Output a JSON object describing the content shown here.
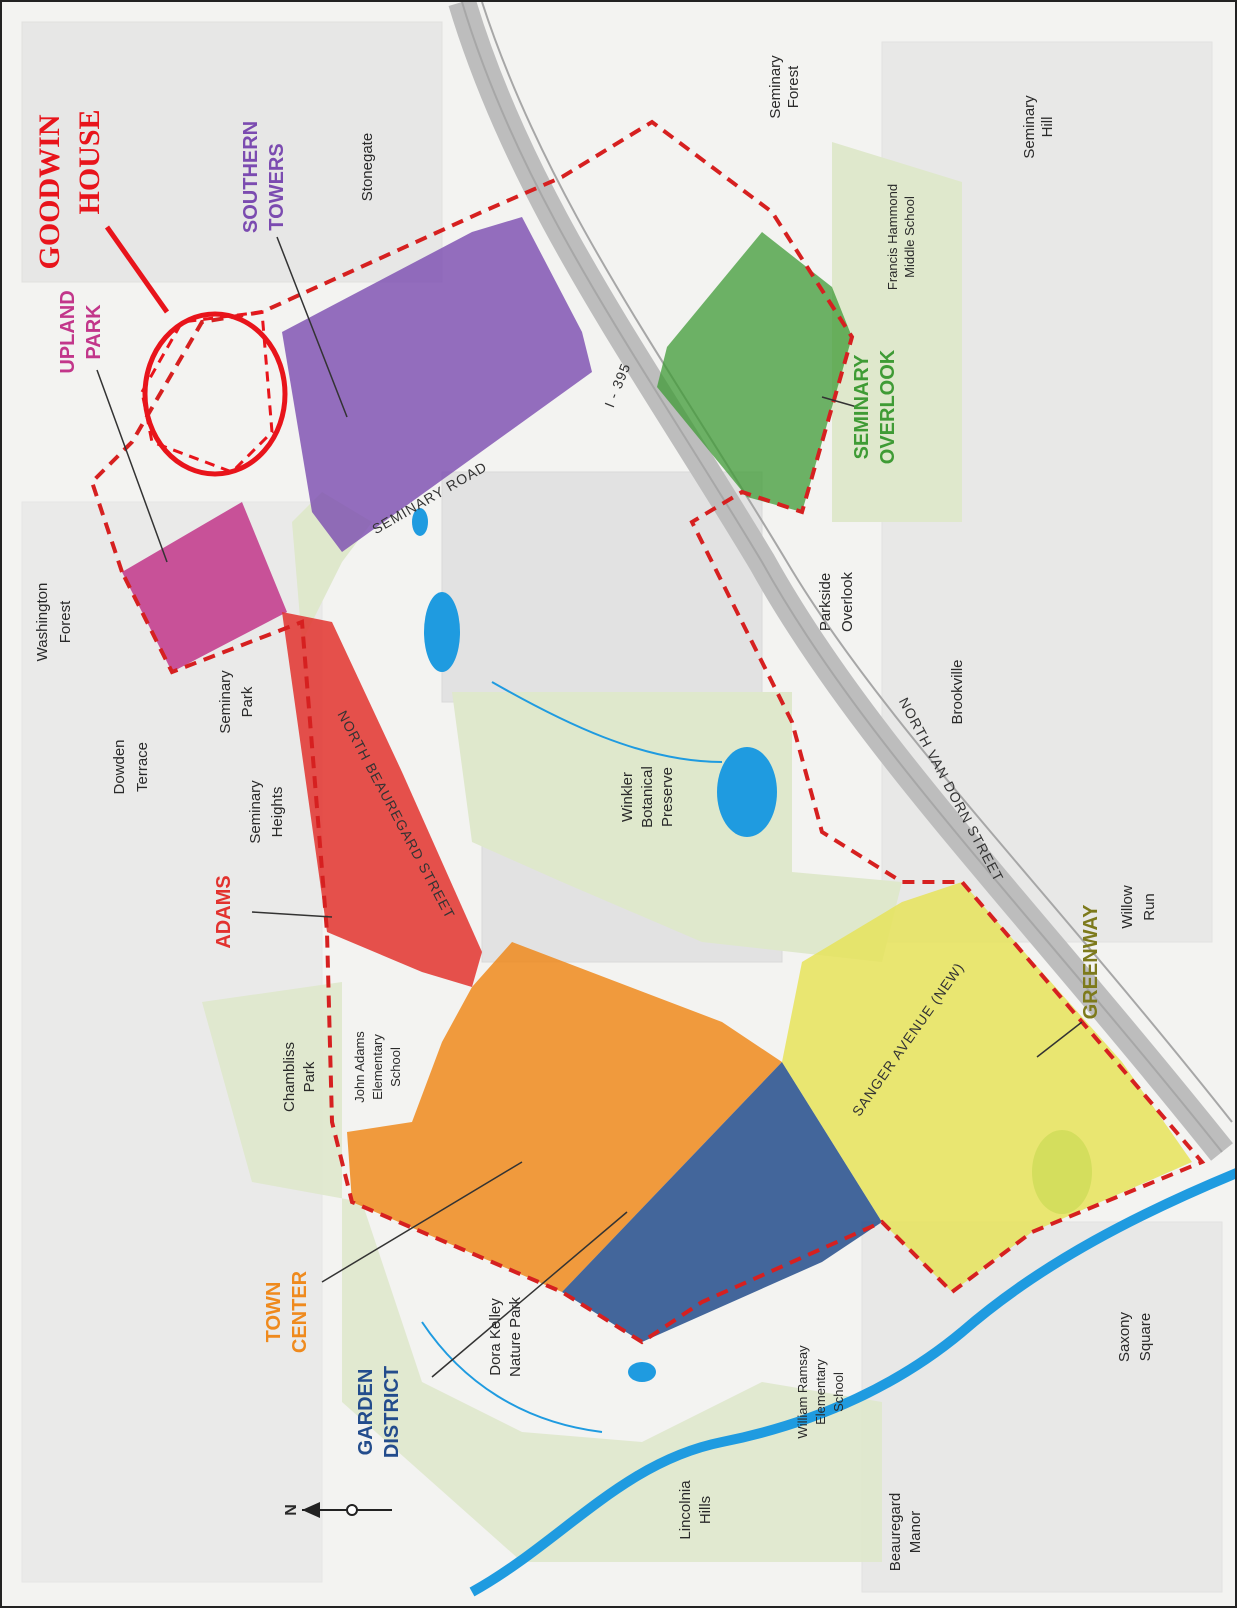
{
  "callout": {
    "line1": "GOODWIN",
    "line2": "HOUSE",
    "color": "#e8141b"
  },
  "districts": {
    "upland_park": {
      "line1": "UPLAND",
      "line2": "PARK",
      "color": "#c2368a"
    },
    "southern_towers": {
      "line1": "SOUTHERN",
      "line2": "TOWERS",
      "color": "#7b4bb0"
    },
    "seminary_overlook": {
      "line1": "SEMINARY",
      "line2": "OVERLOOK",
      "color": "#3f9b35"
    },
    "adams": {
      "line1": "ADAMS",
      "color": "#e2322e"
    },
    "town_center": {
      "line1": "TOWN",
      "line2": "CENTER",
      "color": "#ef8a1d"
    },
    "garden_district": {
      "line1": "GARDEN",
      "line2": "DISTRICT",
      "color": "#234c8c"
    },
    "greenway": {
      "line1": "GREENWAY",
      "color": "#7d7a1c"
    }
  },
  "neighborhoods": {
    "stonegate": [
      "Stonegate"
    ],
    "seminary_forest": [
      "Seminary",
      "Forest"
    ],
    "seminary_hill": [
      "Seminary",
      "Hill"
    ],
    "francis_hammond": [
      "Francis Hammond",
      "Middle School"
    ],
    "washington_forest": [
      "Washington",
      "Forest"
    ],
    "dowden_terrace": [
      "Dowden",
      "Terrace"
    ],
    "seminary_park": [
      "Seminary",
      "Park"
    ],
    "seminary_heights": [
      "Seminary",
      "Heights"
    ],
    "parkside_overlook": [
      "Parkside",
      "Overlook"
    ],
    "brookville": [
      "Brookville"
    ],
    "winkler": [
      "Winkler",
      "Botanical",
      "Preserve"
    ],
    "willow_run": [
      "Willow",
      "Run"
    ],
    "john_adams": [
      "John Adams",
      "Elementary",
      "School"
    ],
    "chambliss_park": [
      "Chambliss",
      "Park"
    ],
    "dora_kelley": [
      "Dora Kelley",
      "Nature Park"
    ],
    "william_ramsay": [
      "William Ramsay",
      "Elementary",
      "School"
    ],
    "saxony_square": [
      "Saxony",
      "Square"
    ],
    "lincolnia_hills": [
      "Lincolnia",
      "Hills"
    ],
    "beauregard_manor": [
      "Beauregard",
      "Manor"
    ]
  },
  "roads": {
    "seminary_road": "SEMINARY ROAD",
    "i395": "I - 395",
    "north_beauregard": "NORTH BEAUREGARD STREET",
    "north_van_dorn": "NORTH VAN DORN STREET",
    "sanger_avenue": "SANGER AVENUE (NEW)"
  },
  "north_arrow": {
    "letter": "N"
  },
  "colors": {
    "boundary": "#d62020",
    "park": "#dfe8cc",
    "water": "#1f9be0",
    "block": "#d9d9d9"
  }
}
